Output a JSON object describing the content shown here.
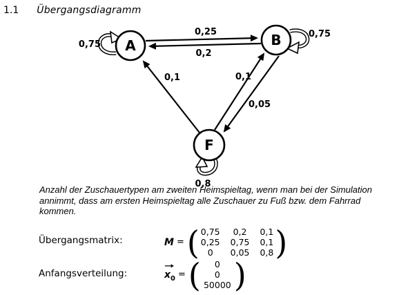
{
  "heading": {
    "number": "1.1",
    "title": "Übergangsdiagramm"
  },
  "diagram": {
    "nodes": {
      "a": "A",
      "b": "B",
      "f": "F"
    },
    "labels": {
      "loop_a": "0,75",
      "loop_b": "0,75",
      "loop_f": "0,8",
      "a_to_b": "0,25",
      "b_to_a": "0,2",
      "f_to_a": "0,1",
      "f_to_b": "0,1",
      "b_to_f": "0,05"
    },
    "ink_color": "#000000"
  },
  "caption": {
    "lines": [
      "Anzahl der Zuschauertypen am zweiten Heimspieltag, wenn man bei der Simulation",
      "annimmt, dass am ersten Heimspieltag alle Zuschauer zu Fuß bzw. dem Fahrrad",
      "kommen."
    ]
  },
  "uebergangsmatrix": {
    "label": "Übergangsmatrix:",
    "symbol": "M",
    "equals": "=",
    "lparen": "(",
    "rparen": ")",
    "rows": [
      [
        "0,75",
        "0,2",
        "0,1"
      ],
      [
        "0,25",
        "0,75",
        "0,1"
      ],
      [
        "0",
        "0,05",
        "0,8"
      ]
    ]
  },
  "anfangsverteilung": {
    "label": "Anfangsverteilung:",
    "symbol": "x",
    "subscript": "0",
    "arrow": "→",
    "equals": "=",
    "lparen": "(",
    "rparen": ")",
    "values": [
      "0",
      "0",
      "50000"
    ]
  }
}
